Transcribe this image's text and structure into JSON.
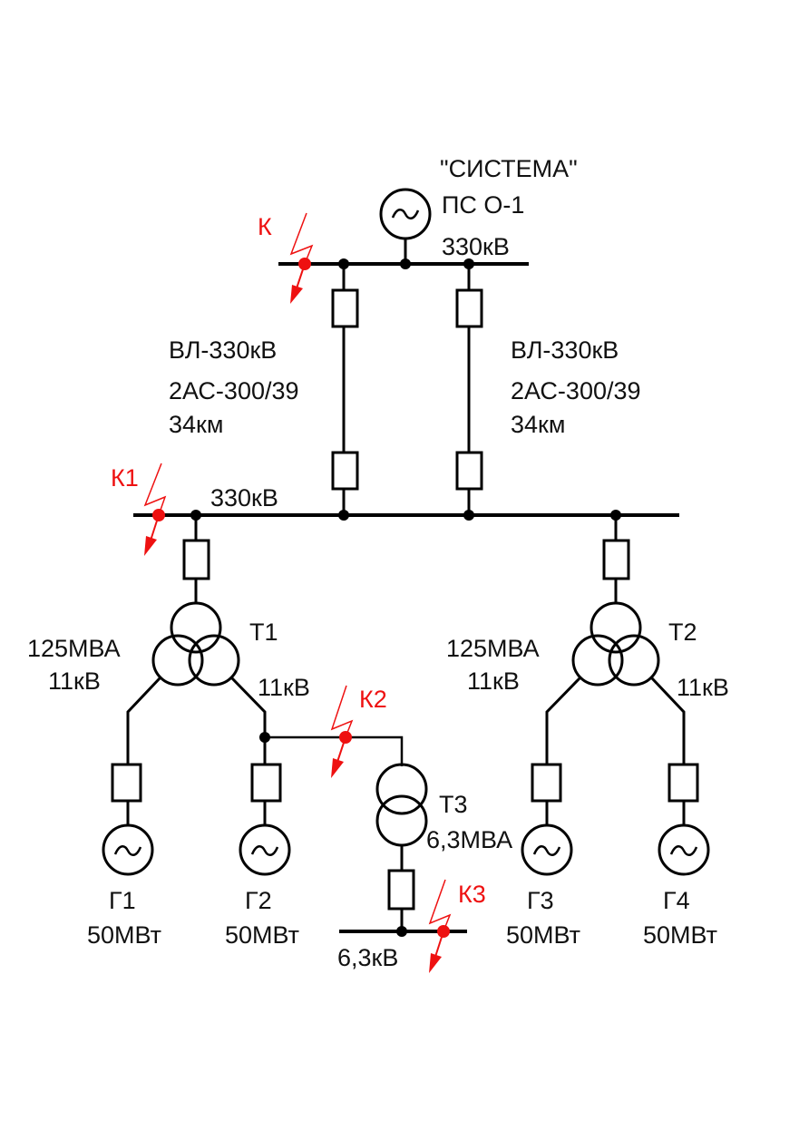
{
  "diagram": {
    "system": {
      "name": "\"СИСТЕМА\"",
      "substation": "ПС О-1",
      "voltage": "330кВ"
    },
    "lines": [
      {
        "type": "ВЛ-330кВ",
        "conductor": "2АС-300/39",
        "length": "34км"
      },
      {
        "type": "ВЛ-330кВ",
        "conductor": "2АС-300/39",
        "length": "34км"
      }
    ],
    "bus_330_lower": {
      "voltage": "330кВ"
    },
    "transformers": [
      {
        "name": "Т1",
        "power": "125МВА",
        "lv_left": "11кВ",
        "lv_right": "11кВ"
      },
      {
        "name": "Т2",
        "power": "125МВА",
        "lv_left": "11кВ",
        "lv_right": "11кВ"
      },
      {
        "name": "Т3",
        "power": "6,3МВА"
      }
    ],
    "generators": [
      {
        "name": "Г1",
        "power": "50МВт"
      },
      {
        "name": "Г2",
        "power": "50МВт"
      },
      {
        "name": "Г3",
        "power": "50МВт"
      },
      {
        "name": "Г4",
        "power": "50МВт"
      }
    ],
    "bus_63": {
      "voltage": "6,3кВ"
    },
    "faults": [
      {
        "name": "К"
      },
      {
        "name": "К1"
      },
      {
        "name": "К2"
      },
      {
        "name": "К3"
      }
    ],
    "colors": {
      "fault": "#ee1111",
      "line": "#000000"
    }
  }
}
